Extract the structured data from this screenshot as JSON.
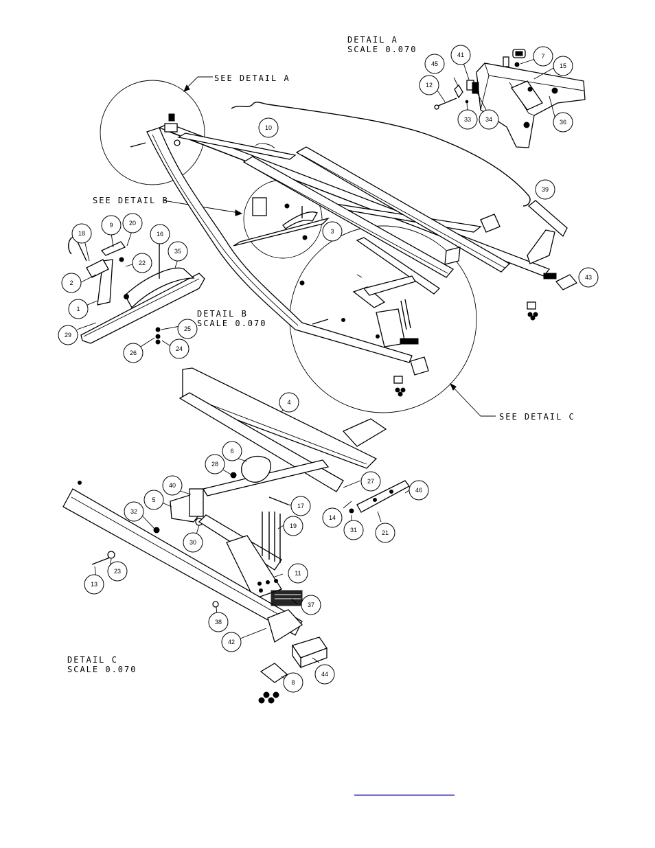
{
  "labels": {
    "detail_a_title": "DETAIL A",
    "detail_a_scale": "SCALE 0.070",
    "detail_b_title": "DETAIL B",
    "detail_b_scale": "SCALE 0.070",
    "detail_c_title": "DETAIL C",
    "detail_c_scale": "SCALE 0.070",
    "see_detail_a": "SEE DETAIL A",
    "see_detail_b": "SEE DETAIL B",
    "see_detail_c": "SEE DETAIL C"
  },
  "callouts": {
    "c1": "1",
    "c2": "2",
    "c3": "3",
    "c4": "4",
    "c5": "5",
    "c6": "6",
    "c7": "7",
    "c8": "8",
    "c9": "9",
    "c10": "10",
    "c11": "11",
    "c12": "12",
    "c13": "13",
    "c14": "14",
    "c15": "15",
    "c16": "16",
    "c17": "17",
    "c18": "18",
    "c19": "19",
    "c20": "20",
    "c21": "21",
    "c22": "22",
    "c23": "23",
    "c24": "24",
    "c25": "25",
    "c26": "26",
    "c27": "27",
    "c28": "28",
    "c29": "29",
    "c30": "30",
    "c31": "31",
    "c32": "32",
    "c33": "33",
    "c34": "34",
    "c35": "35",
    "c36": "36",
    "c37": "37",
    "c38": "38",
    "c39": "39",
    "c40": "40",
    "c41": "41",
    "c42": "42",
    "c43": "43",
    "c44": "44",
    "c45": "45",
    "c46": "46"
  }
}
